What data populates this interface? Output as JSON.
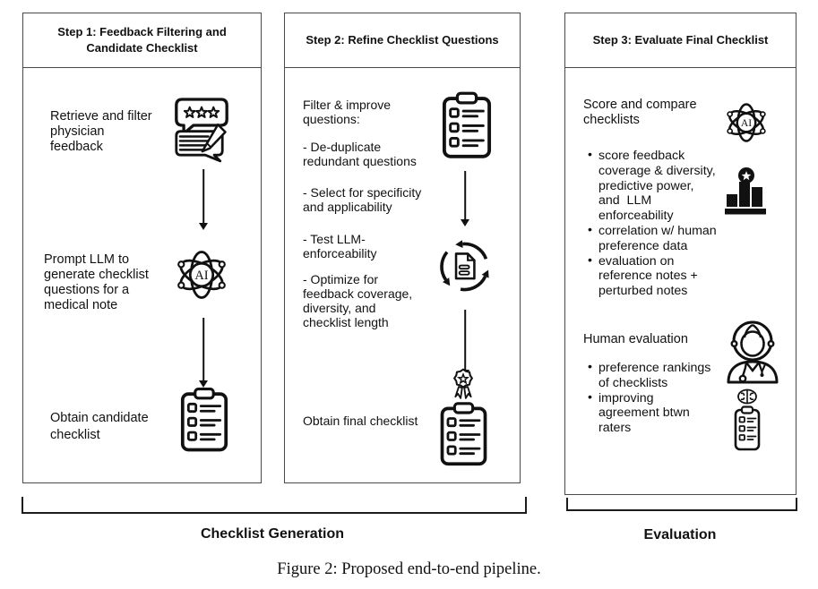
{
  "panel1": {
    "title": "Step 1: Feedback Filtering and\nCandidate Checklist",
    "row1": "Retrieve and filter\nphysician\nfeedback",
    "row2": "Prompt LLM to\ngenerate checklist\nquestions for a\nmedical note",
    "row3": "Obtain candidate\nchecklist"
  },
  "panel2": {
    "title": "Step 2: Refine Checklist Questions",
    "intro": "Filter & improve\nquestions:",
    "items": [
      "- De-duplicate\nredundant questions",
      "- Select for specificity\nand applicability",
      "- Test LLM-\nenforceability",
      "- Optimize for\nfeedback coverage,\ndiversity, and\nchecklist length"
    ],
    "final_text": "Obtain final checklist"
  },
  "panel3": {
    "title": "Step 3: Evaluate Final Checklist",
    "s1_heading": "Score and compare\nchecklists",
    "s1_bullets": [
      "score feedback\ncoverage & diversity,\npredictive power,\nand  LLM\nenforceability",
      "correlation w/ human\npreference data",
      "evaluation on\nreference notes +\nperturbed notes"
    ],
    "s2_heading": "Human evaluation",
    "s2_bullets": [
      "preference rankings\nof checklists",
      "improving\nagreement btwn\nraters"
    ]
  },
  "footer": {
    "group1_label": "Checklist Generation",
    "group2_label": "Evaluation",
    "caption": "Figure 2: Proposed end-to-end pipeline."
  },
  "icons": {
    "ai_core_label": "AI",
    "feedback_review": "speech-bubbles-with-stars-and-pencil",
    "ai_atom": "atom-orbits-with-AI-core",
    "checklist": "clipboard-checklist",
    "iteration": "document-with-cycle-arrows",
    "award": "rosette-badge",
    "ranking": "bar-chart-with-medal",
    "physician": "female-physician-with-stethoscope",
    "brain_checklist": "brain-over-small-checklist"
  },
  "colors": {
    "ink": "#111111",
    "panel_border": "#4a4a4a"
  }
}
